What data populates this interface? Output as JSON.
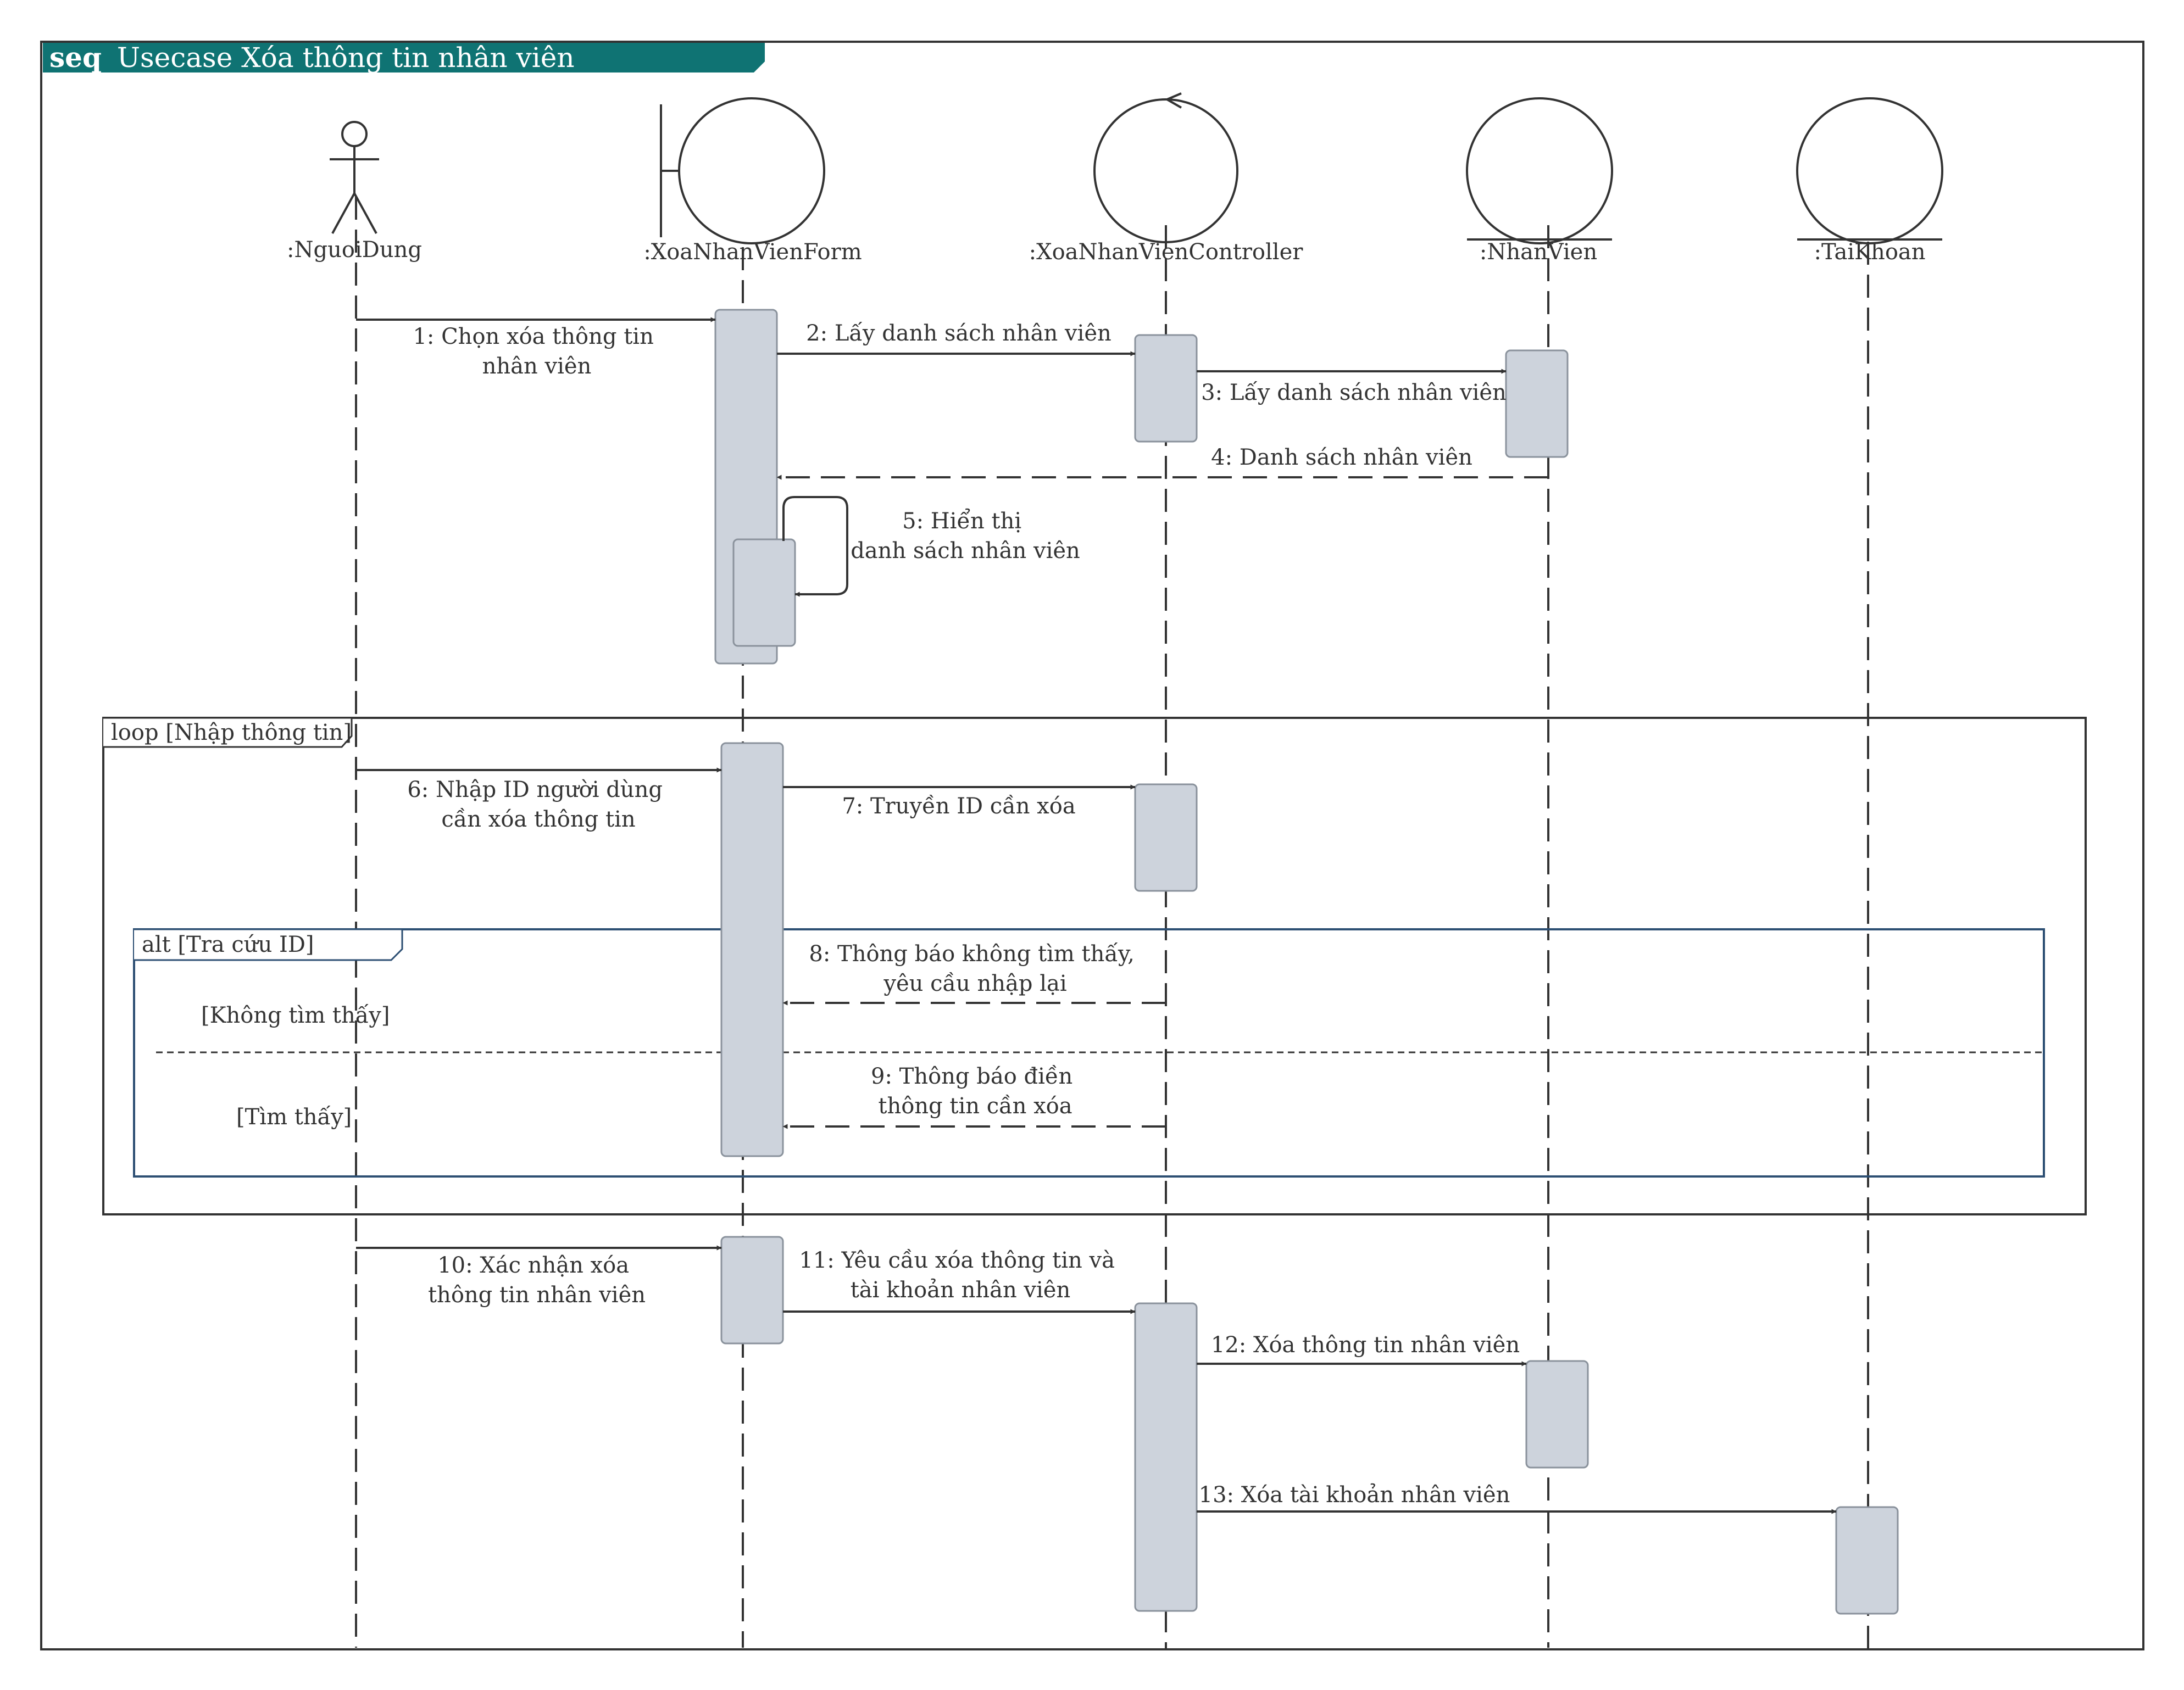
{
  "frame": {
    "keyword": "seq",
    "title": "Usecase  Xóa thông tin nhân viên"
  },
  "colors": {
    "frame_tag": "#0f7373",
    "activation_fill": "#cdd3dc",
    "activation_stroke": "#8a929c",
    "alt_border": "#2d4f73",
    "line": "#333333"
  },
  "participants": [
    {
      "id": "user",
      "type": "actor",
      "name": ":NguoiDung"
    },
    {
      "id": "form",
      "type": "boundary",
      "name": ":XoaNhanVienForm"
    },
    {
      "id": "ctrl",
      "type": "control",
      "name": ":XoaNhanVienController"
    },
    {
      "id": "nv",
      "type": "entity",
      "name": ":NhanVien"
    },
    {
      "id": "tk",
      "type": "entity",
      "name": ":TaiKhoan"
    }
  ],
  "messages": [
    {
      "id": "m1",
      "from": "user",
      "to": "form",
      "style": "sync",
      "lines": [
        "1: Chọn xóa thông tin",
        "nhân viên"
      ]
    },
    {
      "id": "m2",
      "from": "form",
      "to": "ctrl",
      "style": "sync",
      "lines": [
        "2: Lấy danh sách nhân viên"
      ]
    },
    {
      "id": "m3",
      "from": "ctrl",
      "to": "nv",
      "style": "sync",
      "lines": [
        "3: Lấy danh sách nhân viên"
      ]
    },
    {
      "id": "m4",
      "from": "nv",
      "to": "form",
      "style": "return",
      "lines": [
        "4: Danh sách nhân viên"
      ]
    },
    {
      "id": "m5",
      "from": "form",
      "to": "form",
      "style": "self",
      "lines": [
        "5: Hiển thị",
        "danh sách nhân viên"
      ]
    },
    {
      "id": "m6",
      "from": "user",
      "to": "form",
      "style": "sync",
      "lines": [
        "6: Nhập ID người dùng",
        "cần xóa thông tin"
      ]
    },
    {
      "id": "m7",
      "from": "form",
      "to": "ctrl",
      "style": "sync",
      "lines": [
        "7: Truyền ID cần xóa"
      ]
    },
    {
      "id": "m8",
      "from": "ctrl",
      "to": "form",
      "style": "return",
      "lines": [
        "8: Thông báo không tìm thấy,",
        "yêu cầu nhập lại"
      ]
    },
    {
      "id": "m9",
      "from": "ctrl",
      "to": "form",
      "style": "return",
      "lines": [
        "9: Thông báo điền",
        "thông tin cần xóa"
      ]
    },
    {
      "id": "m10",
      "from": "user",
      "to": "form",
      "style": "sync",
      "lines": [
        "10: Xác nhận xóa",
        "thông tin nhân viên"
      ]
    },
    {
      "id": "m11",
      "from": "form",
      "to": "ctrl",
      "style": "sync",
      "lines": [
        "11: Yêu cầu xóa thông tin và",
        "tài khoản nhân viên"
      ]
    },
    {
      "id": "m12",
      "from": "ctrl",
      "to": "nv",
      "style": "sync",
      "lines": [
        "12: Xóa thông tin nhân viên"
      ]
    },
    {
      "id": "m13",
      "from": "ctrl",
      "to": "tk",
      "style": "sync",
      "lines": [
        "13: Xóa tài khoản nhân viên"
      ]
    }
  ],
  "fragments": [
    {
      "id": "loop",
      "operator": "loop",
      "label": "loop [Nhập thông tin]"
    },
    {
      "id": "alt",
      "operator": "alt",
      "label": "alt [Tra cứu ID]",
      "guards": [
        "[Không tìm thấy]",
        "[Tìm thấy]"
      ]
    }
  ]
}
